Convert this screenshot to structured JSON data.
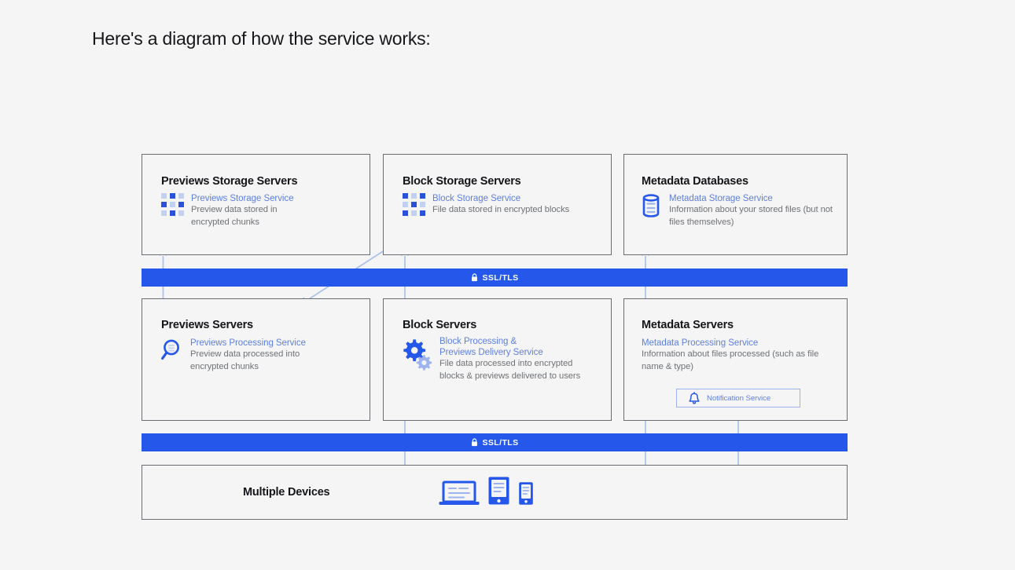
{
  "intro": {
    "text": "Here's a diagram of how the service works:"
  },
  "colors": {
    "accent_blue": "#2558ea",
    "service_text_blue": "#5f7fe0",
    "arrow_blue": "#a9c2ea",
    "icon_dark_blue": "#2b52d8",
    "icon_light_blue": "#c2d0f4",
    "box_border": "#6a6d72",
    "background": "#f5f5f5",
    "desc_text": "#6f7276",
    "title_text": "#15161a"
  },
  "diagram": {
    "storage_row": [
      {
        "id": "previews-storage-servers",
        "title": "Previews Storage Servers",
        "icon": "dot-grid-icon",
        "service_name": "Previews Storage Service",
        "description": "Preview data stored in encrypted chunks"
      },
      {
        "id": "block-storage-servers",
        "title": "Block Storage Servers",
        "icon": "dot-grid-icon",
        "service_name": "Block Storage Service",
        "description": "File data stored in encrypted blocks"
      },
      {
        "id": "metadata-databases",
        "title": "Metadata Databases",
        "icon": "database-icon",
        "service_name": "Metadata Storage Service",
        "description": "Information about your stored files (but not files themselves)"
      }
    ],
    "ssl_bar_top": {
      "label": "SSL/TLS",
      "icon": "lock-icon"
    },
    "server_row": [
      {
        "id": "previews-servers",
        "title": "Previews Servers",
        "icon": "magnifier-icon",
        "service_name": "Previews Processing Service",
        "description": "Preview data processed into encrypted chunks"
      },
      {
        "id": "block-servers",
        "title": "Block Servers",
        "icon": "gears-icon",
        "service_name": "Block Processing & Previews Delivery Service",
        "description": "File data processed into encrypted blocks & previews delivered to users"
      },
      {
        "id": "metadata-servers",
        "title": "Metadata Servers",
        "icon": "none",
        "service_name": "Metadata Processing Service",
        "description": "Information about files processed (such as file name & type)"
      }
    ],
    "notification_service": {
      "label": "Notification Service",
      "icon": "bell-icon"
    },
    "ssl_bar_bottom": {
      "label": "SSL/TLS",
      "icon": "lock-icon"
    },
    "devices_row": {
      "id": "multiple-devices",
      "title": "Multiple Devices",
      "devices": [
        {
          "name": "laptop-icon"
        },
        {
          "name": "tablet-icon"
        },
        {
          "name": "phone-icon"
        }
      ]
    }
  }
}
